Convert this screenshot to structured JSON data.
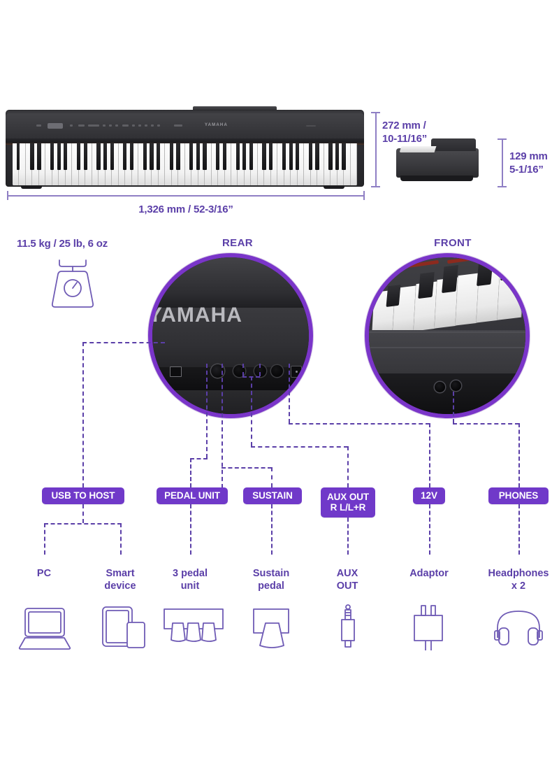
{
  "product": {
    "brand": "YAMAHA",
    "accent_badge": "#7039c9",
    "accent_text": "#5b3fa8",
    "accent_ring": "#7a35c9",
    "dim_line": "#8f7fc4"
  },
  "dimensions": {
    "height": {
      "line1": "272 mm /",
      "line2": "10-11/16”"
    },
    "depth": {
      "line1": "129 mm",
      "line2": "5-1/16”"
    },
    "width": {
      "label": "1,326 mm / 52-3/16”"
    },
    "weight": {
      "label": "11.5 kg / 25 lb, 6 oz",
      "icon": "kitchen-scale-icon"
    }
  },
  "views": {
    "rear": {
      "label": "REAR"
    },
    "front": {
      "label": "FRONT"
    }
  },
  "ports": [
    {
      "id": "usb-to-host",
      "line1": "USB TO HOST",
      "line2": ""
    },
    {
      "id": "pedal-unit",
      "line1": "PEDAL UNIT",
      "line2": ""
    },
    {
      "id": "sustain",
      "line1": "SUSTAIN",
      "line2": ""
    },
    {
      "id": "aux-out",
      "line1": "AUX OUT",
      "line2": "R  L/L+R"
    },
    {
      "id": "dc-12v",
      "line1": "12V",
      "line2": ""
    },
    {
      "id": "phones",
      "line1": "PHONES",
      "line2": ""
    }
  ],
  "devices": [
    {
      "id": "pc",
      "line1": "PC",
      "line2": "",
      "icon": "laptop-icon"
    },
    {
      "id": "smart-device",
      "line1": "Smart",
      "line2": "device",
      "icon": "tablet-phone-icon"
    },
    {
      "id": "pedal-3",
      "line1": "3 pedal",
      "line2": "unit",
      "icon": "three-pedal-unit-icon"
    },
    {
      "id": "sustain-pedal",
      "line1": "Sustain",
      "line2": "pedal",
      "icon": "sustain-pedal-icon"
    },
    {
      "id": "aux-out-dev",
      "line1": "AUX",
      "line2": "OUT",
      "icon": "audio-jack-plug-icon"
    },
    {
      "id": "adaptor",
      "line1": "Adaptor",
      "line2": "",
      "icon": "power-adaptor-icon"
    },
    {
      "id": "headphones",
      "line1": "Headphones",
      "line2": "x 2",
      "icon": "headphones-icon"
    }
  ]
}
